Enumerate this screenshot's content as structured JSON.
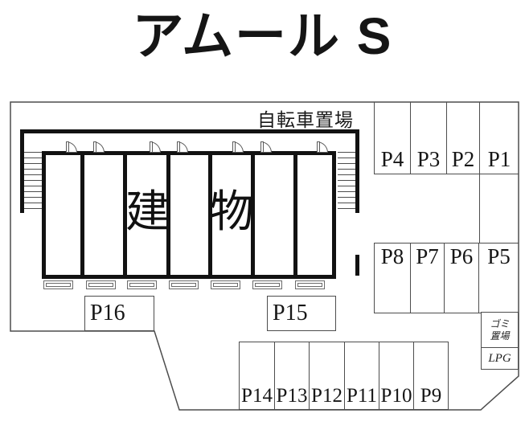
{
  "title": "アムール S",
  "building": {
    "label": "建物",
    "bicycle_area_label": "自転車置場"
  },
  "parking": {
    "row_top": [
      "P4",
      "P3",
      "P2",
      "P1"
    ],
    "row_mid": [
      "P8",
      "P7",
      "P6",
      "P5"
    ],
    "row_bottom": [
      "P14",
      "P13",
      "P12",
      "P11",
      "P10",
      "P9"
    ],
    "box_left": "P16",
    "box_right": "P15"
  },
  "facilities": {
    "garbage_line1": "ゴミ",
    "garbage_line2": "置場",
    "lpg": "LPG"
  },
  "colors": {
    "background": "#ffffff",
    "thin_line": "#4d4d4d",
    "thick_line": "#121212",
    "text": "#111111"
  }
}
